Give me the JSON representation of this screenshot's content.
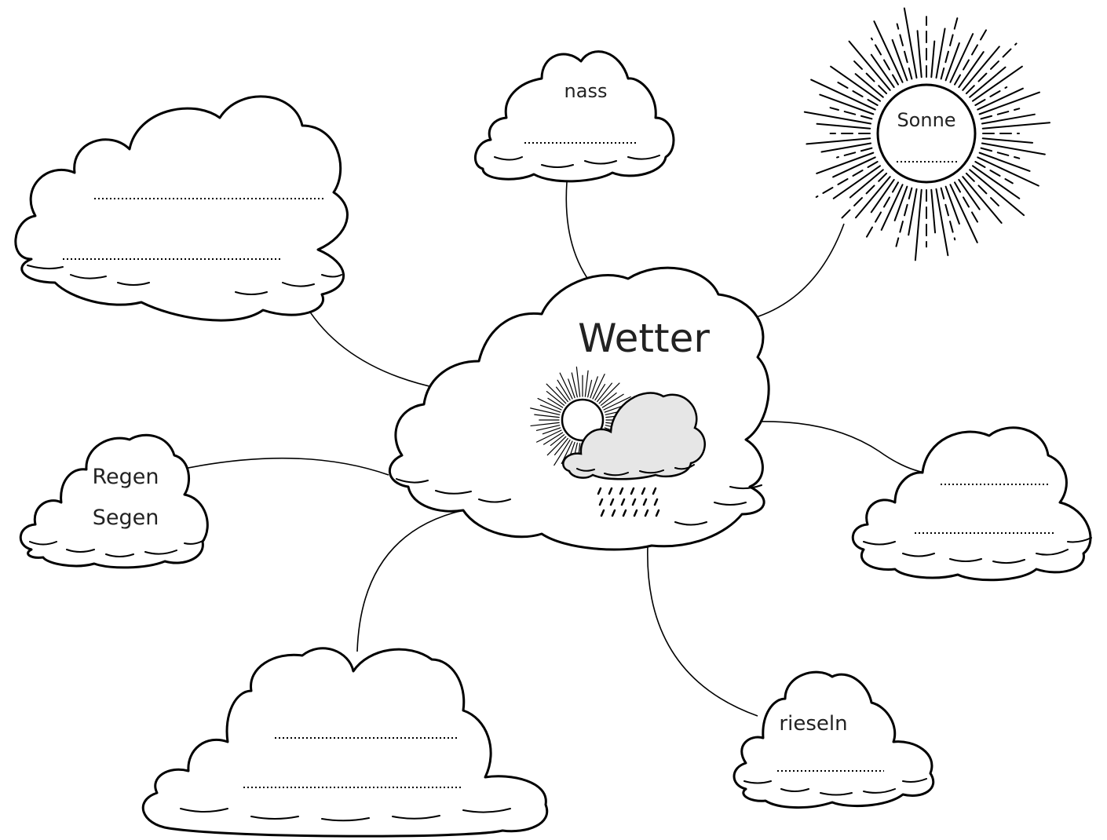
{
  "center": {
    "title": "Wetter",
    "icon": "sun-behind-rain-cloud-icon"
  },
  "nodes": {
    "nass": {
      "label": "nass"
    },
    "sonne": {
      "label": "Sonne"
    },
    "regen": {
      "line1": "Regen",
      "line2": "Segen"
    },
    "rieseln": {
      "label": "rieseln"
    }
  },
  "blank_clouds": [
    "top-left",
    "right",
    "bottom"
  ],
  "colors": {
    "ink": "#000000",
    "paper": "#ffffff",
    "icon_fill": "#e6e6e6"
  }
}
